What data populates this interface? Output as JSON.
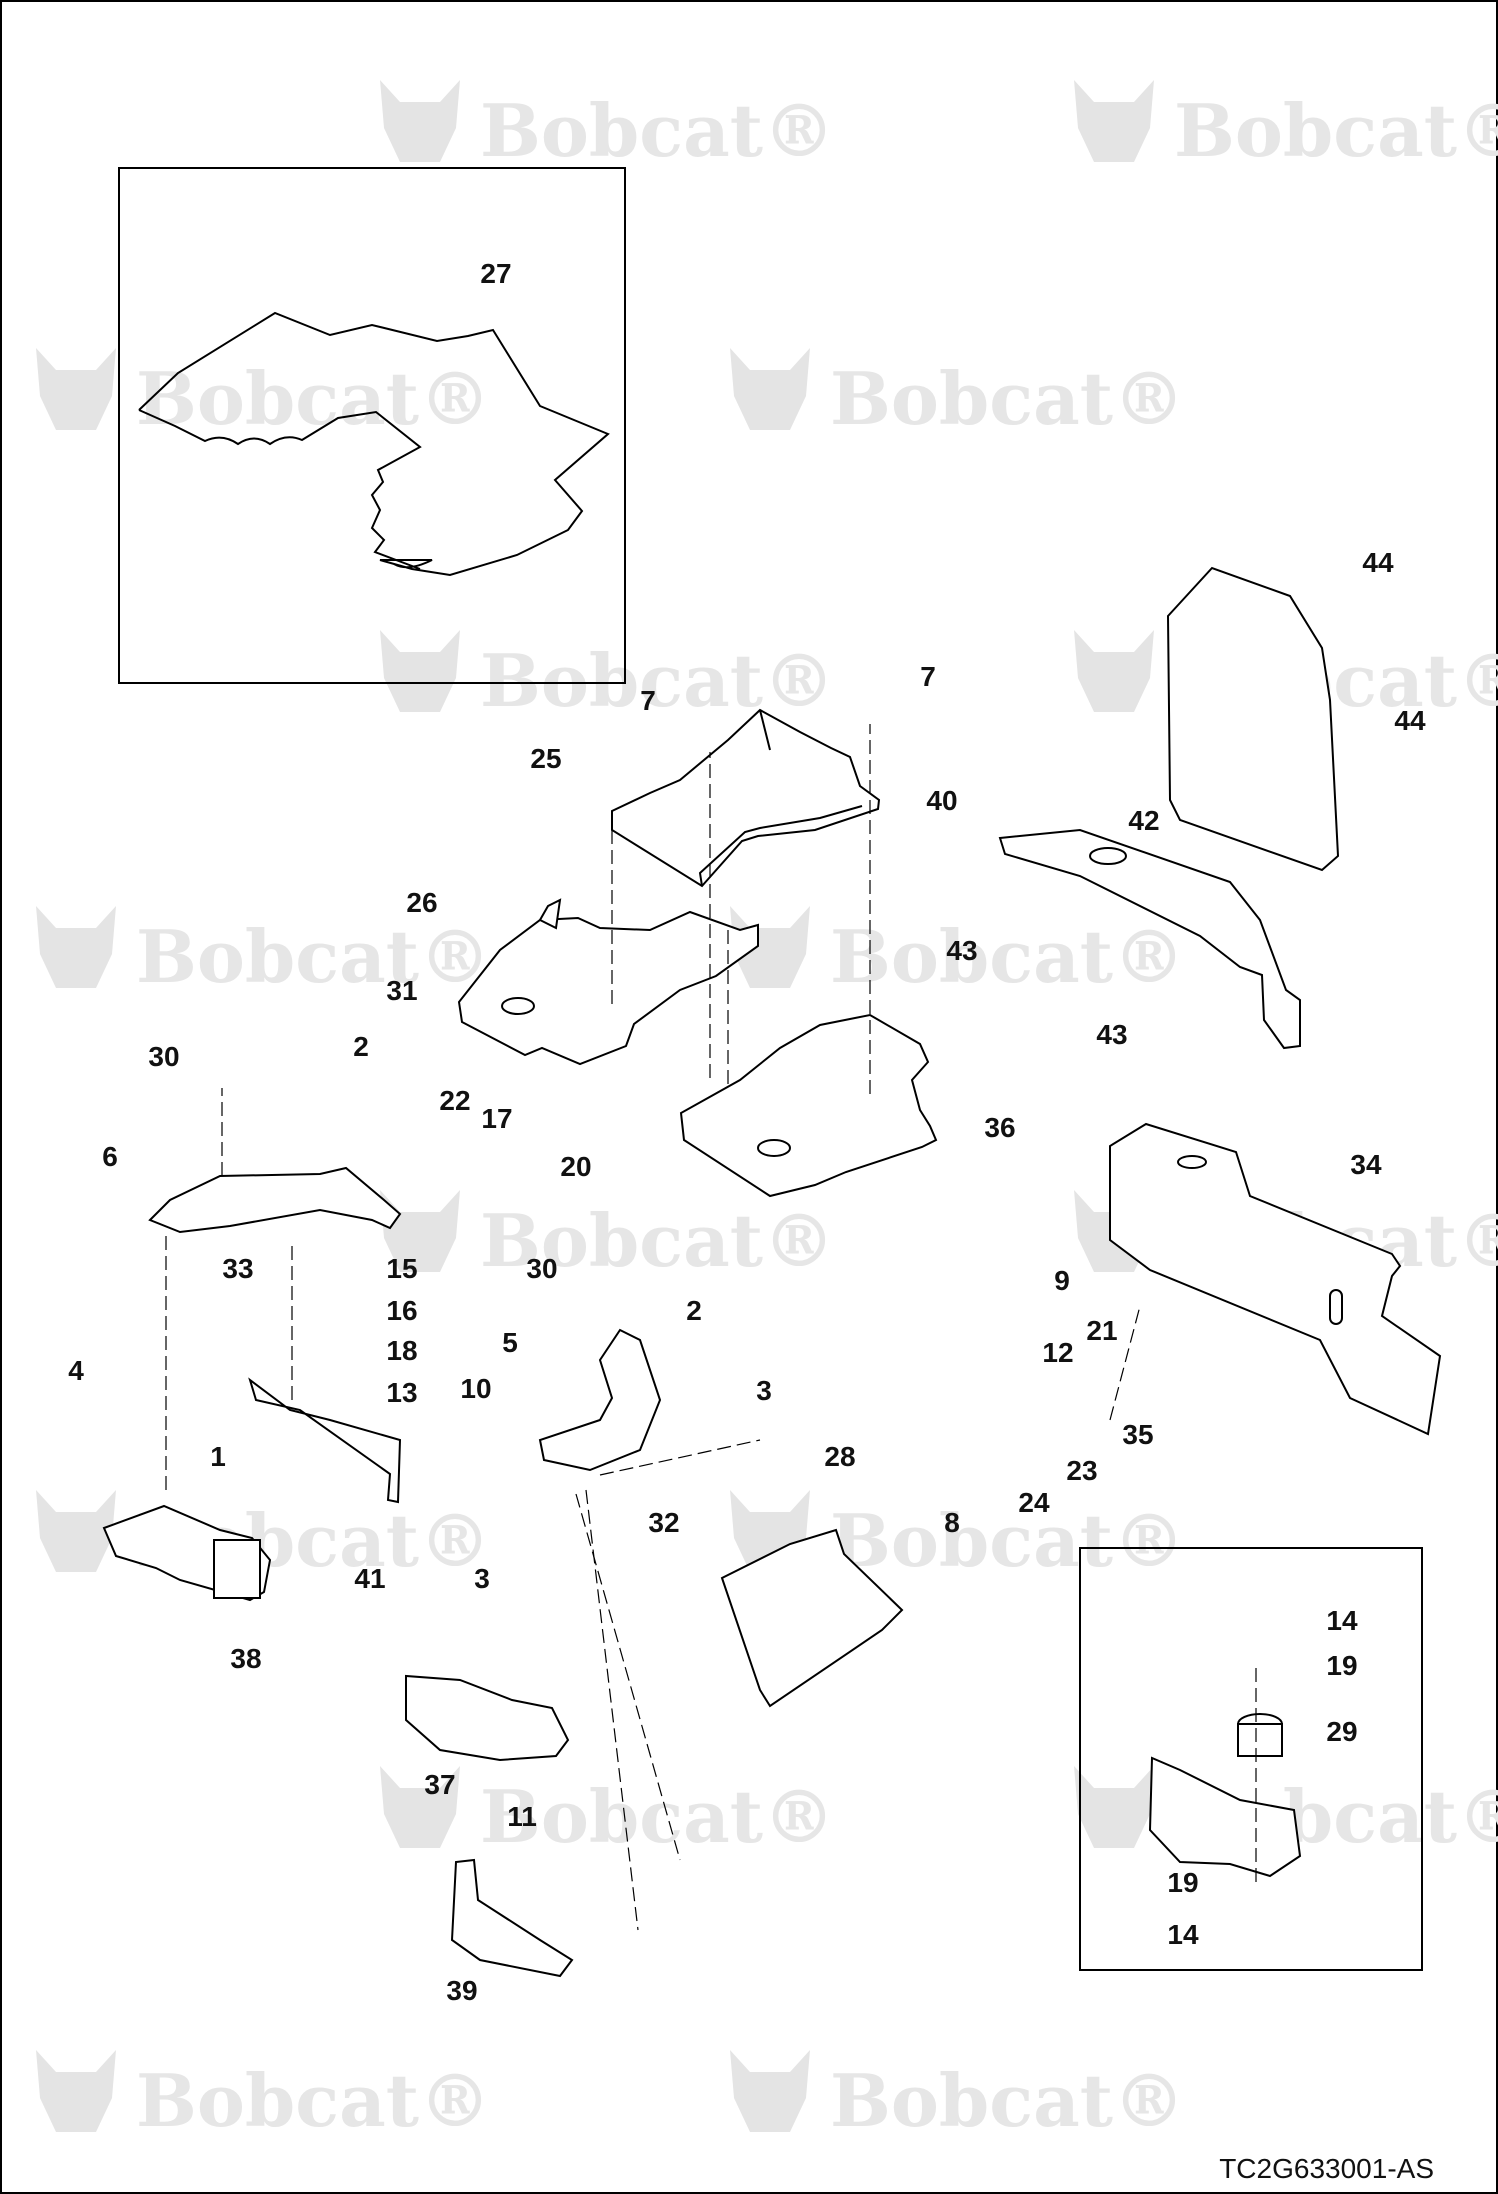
{
  "document_id": "TC2G633001-AS",
  "watermark": {
    "brand": "Bobcat",
    "mark": "®",
    "color": "#e4e4e4"
  },
  "callouts": [
    {
      "id": "c27",
      "text": "27"
    },
    {
      "id": "c44a",
      "text": "44"
    },
    {
      "id": "c44b",
      "text": "44"
    },
    {
      "id": "c7a",
      "text": "7"
    },
    {
      "id": "c7b",
      "text": "7"
    },
    {
      "id": "c25",
      "text": "25"
    },
    {
      "id": "c40",
      "text": "40"
    },
    {
      "id": "c42",
      "text": "42"
    },
    {
      "id": "c26",
      "text": "26"
    },
    {
      "id": "c43a",
      "text": "43"
    },
    {
      "id": "c43b",
      "text": "43"
    },
    {
      "id": "c31",
      "text": "31"
    },
    {
      "id": "c30a",
      "text": "30"
    },
    {
      "id": "c2a",
      "text": "2"
    },
    {
      "id": "c22",
      "text": "22"
    },
    {
      "id": "c17",
      "text": "17"
    },
    {
      "id": "c36",
      "text": "36"
    },
    {
      "id": "c6",
      "text": "6"
    },
    {
      "id": "c20",
      "text": "20"
    },
    {
      "id": "c34",
      "text": "34"
    },
    {
      "id": "c33",
      "text": "33"
    },
    {
      "id": "c15",
      "text": "15"
    },
    {
      "id": "c30b",
      "text": "30"
    },
    {
      "id": "c9",
      "text": "9"
    },
    {
      "id": "c16",
      "text": "16"
    },
    {
      "id": "c2b",
      "text": "2"
    },
    {
      "id": "c21",
      "text": "21"
    },
    {
      "id": "c5",
      "text": "5"
    },
    {
      "id": "c18",
      "text": "18"
    },
    {
      "id": "c12",
      "text": "12"
    },
    {
      "id": "c4",
      "text": "4"
    },
    {
      "id": "c10",
      "text": "10"
    },
    {
      "id": "c13",
      "text": "13"
    },
    {
      "id": "c3a",
      "text": "3"
    },
    {
      "id": "c35",
      "text": "35"
    },
    {
      "id": "c1",
      "text": "1"
    },
    {
      "id": "c28",
      "text": "28"
    },
    {
      "id": "c23",
      "text": "23"
    },
    {
      "id": "c24",
      "text": "24"
    },
    {
      "id": "c32",
      "text": "32"
    },
    {
      "id": "c8",
      "text": "8"
    },
    {
      "id": "c41",
      "text": "41"
    },
    {
      "id": "c3b",
      "text": "3"
    },
    {
      "id": "c14a",
      "text": "14"
    },
    {
      "id": "c38",
      "text": "38"
    },
    {
      "id": "c19a",
      "text": "19"
    },
    {
      "id": "c29",
      "text": "29"
    },
    {
      "id": "c37",
      "text": "37"
    },
    {
      "id": "c11",
      "text": "11"
    },
    {
      "id": "c19b",
      "text": "19"
    },
    {
      "id": "c14b",
      "text": "14"
    },
    {
      "id": "c39",
      "text": "39"
    }
  ]
}
